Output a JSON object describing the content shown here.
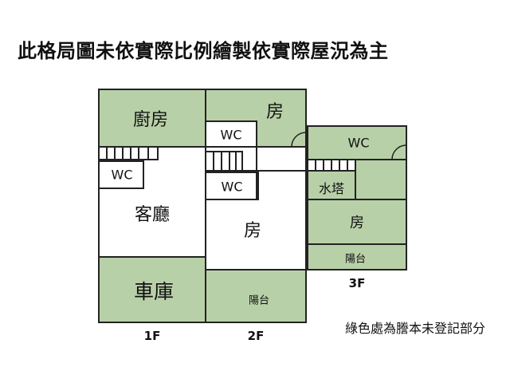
{
  "title": "此格局圖未依實際比例繪製依實際屋況為主",
  "legend_note": "綠色處為謄本未登記部分",
  "colors": {
    "unregistered": "#b8d0a8",
    "wall": "#222222",
    "background": "#ffffff"
  },
  "floors": {
    "f1": {
      "label": "1F",
      "kitchen": "廚房",
      "wc": "WC",
      "living": "客廳",
      "garage": "車庫"
    },
    "f2": {
      "label": "2F",
      "room_top": "房",
      "wc_top": "WC",
      "wc_mid": "WC",
      "room_mid": "房",
      "balcony": "陽台"
    },
    "f3": {
      "label": "3F",
      "wc": "WC",
      "water_tank": "水塔",
      "room": "房",
      "balcony": "陽台"
    }
  }
}
